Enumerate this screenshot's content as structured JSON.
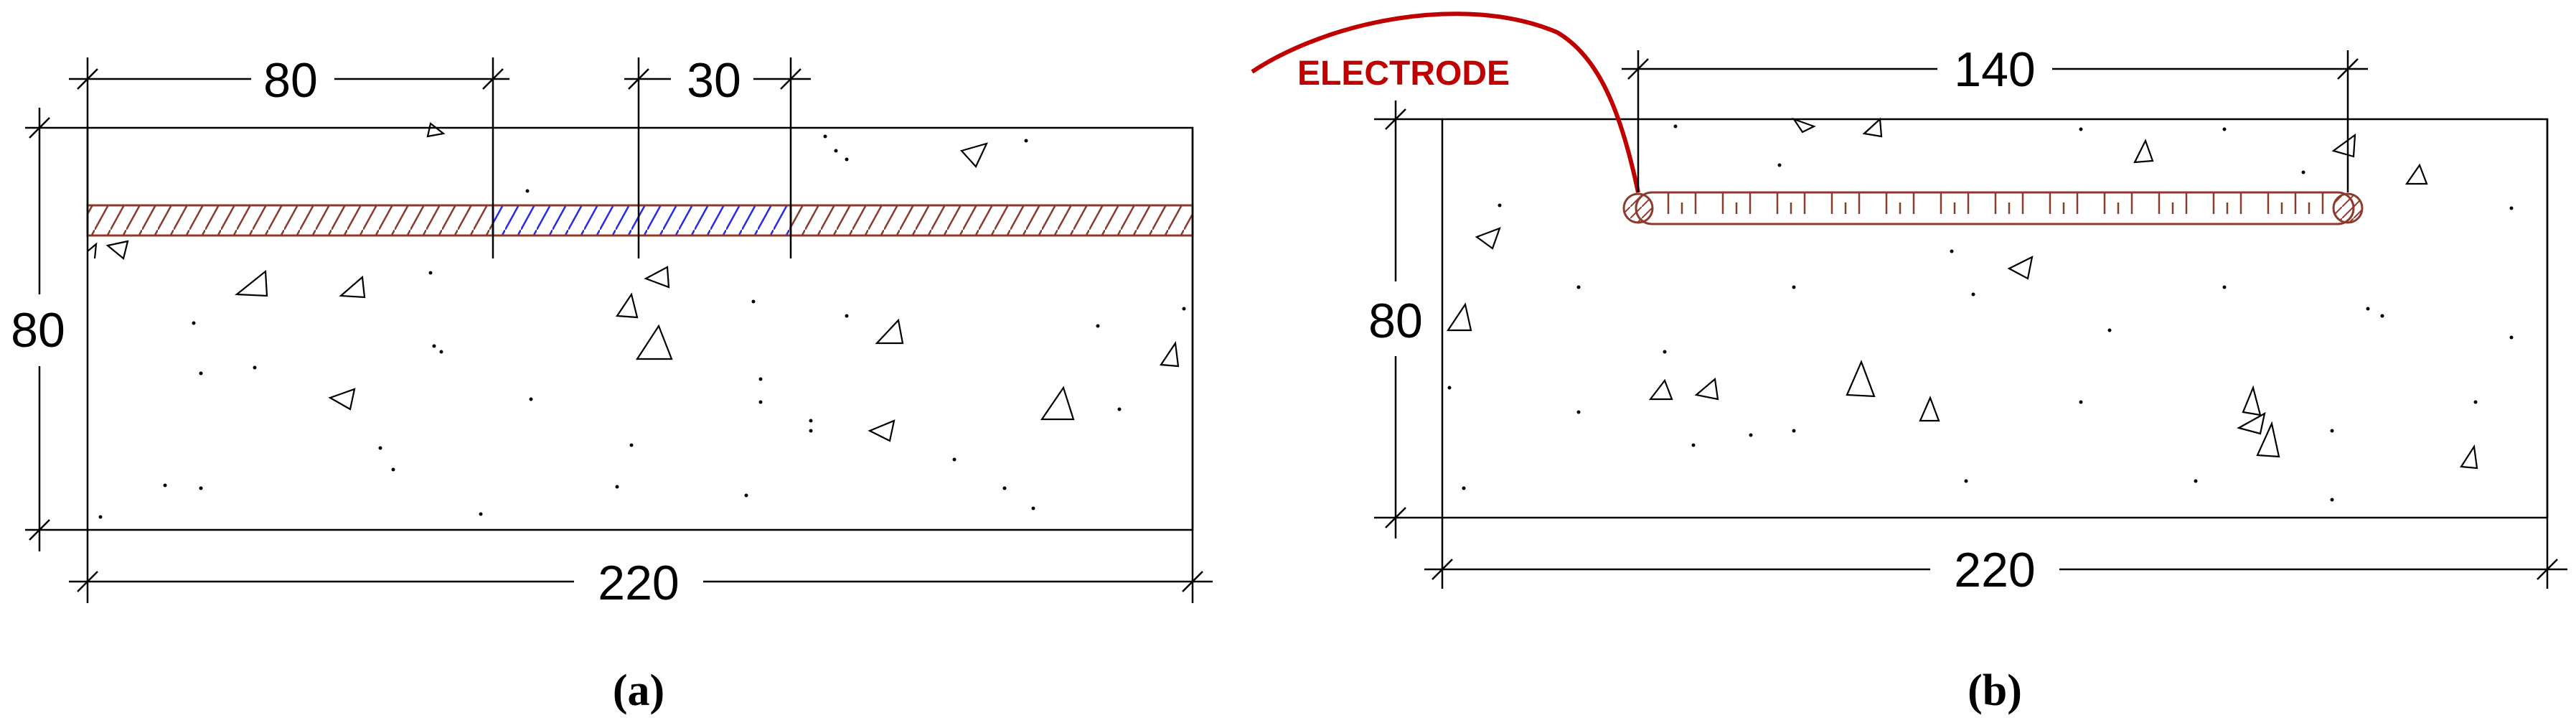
{
  "panel_a": {
    "caption": "(a)",
    "dim_top_left": "80",
    "dim_top_right": "30",
    "dim_height": "80",
    "dim_bottom": "220"
  },
  "panel_b": {
    "caption": "(b)",
    "electrode_label": "ELECTRODE",
    "dim_top": "140",
    "dim_height": "80",
    "dim_bottom": "220"
  },
  "colors": {
    "line": "#000000",
    "hatch_brown": "#8b3a2e",
    "hatch_blue": "#2a2ae6",
    "electrode_red": "#c00000"
  }
}
